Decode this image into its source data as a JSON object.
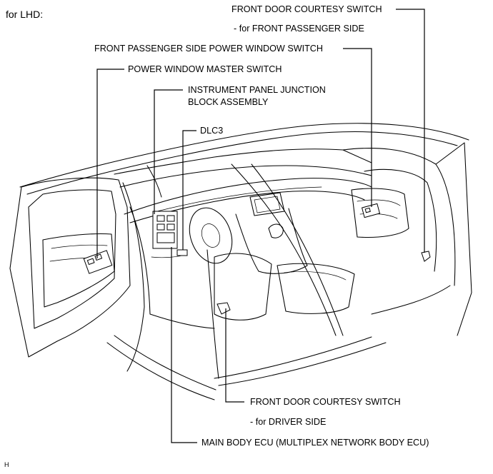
{
  "header": {
    "region": "for LHD:"
  },
  "labels": {
    "front_door_courtesy_switch_passenger": "FRONT DOOR COURTESY SWITCH",
    "for_front_passenger_side": "- for FRONT PASSENGER SIDE",
    "front_passenger_power_window_switch": "FRONT PASSENGER SIDE POWER WINDOW SWITCH",
    "power_window_master_switch": "POWER WINDOW MASTER SWITCH",
    "instrument_panel_junction_line1": "INSTRUMENT PANEL JUNCTION",
    "instrument_panel_junction_line2": "BLOCK ASSEMBLY",
    "dlc3": "DLC3",
    "front_door_courtesy_switch_driver": "FRONT DOOR COURTESY SWITCH",
    "for_driver_side": "- for DRIVER SIDE",
    "main_body_ecu": "MAIN BODY ECU (MULTIPLEX NETWORK BODY ECU)"
  },
  "footer": {
    "mark": "H"
  }
}
